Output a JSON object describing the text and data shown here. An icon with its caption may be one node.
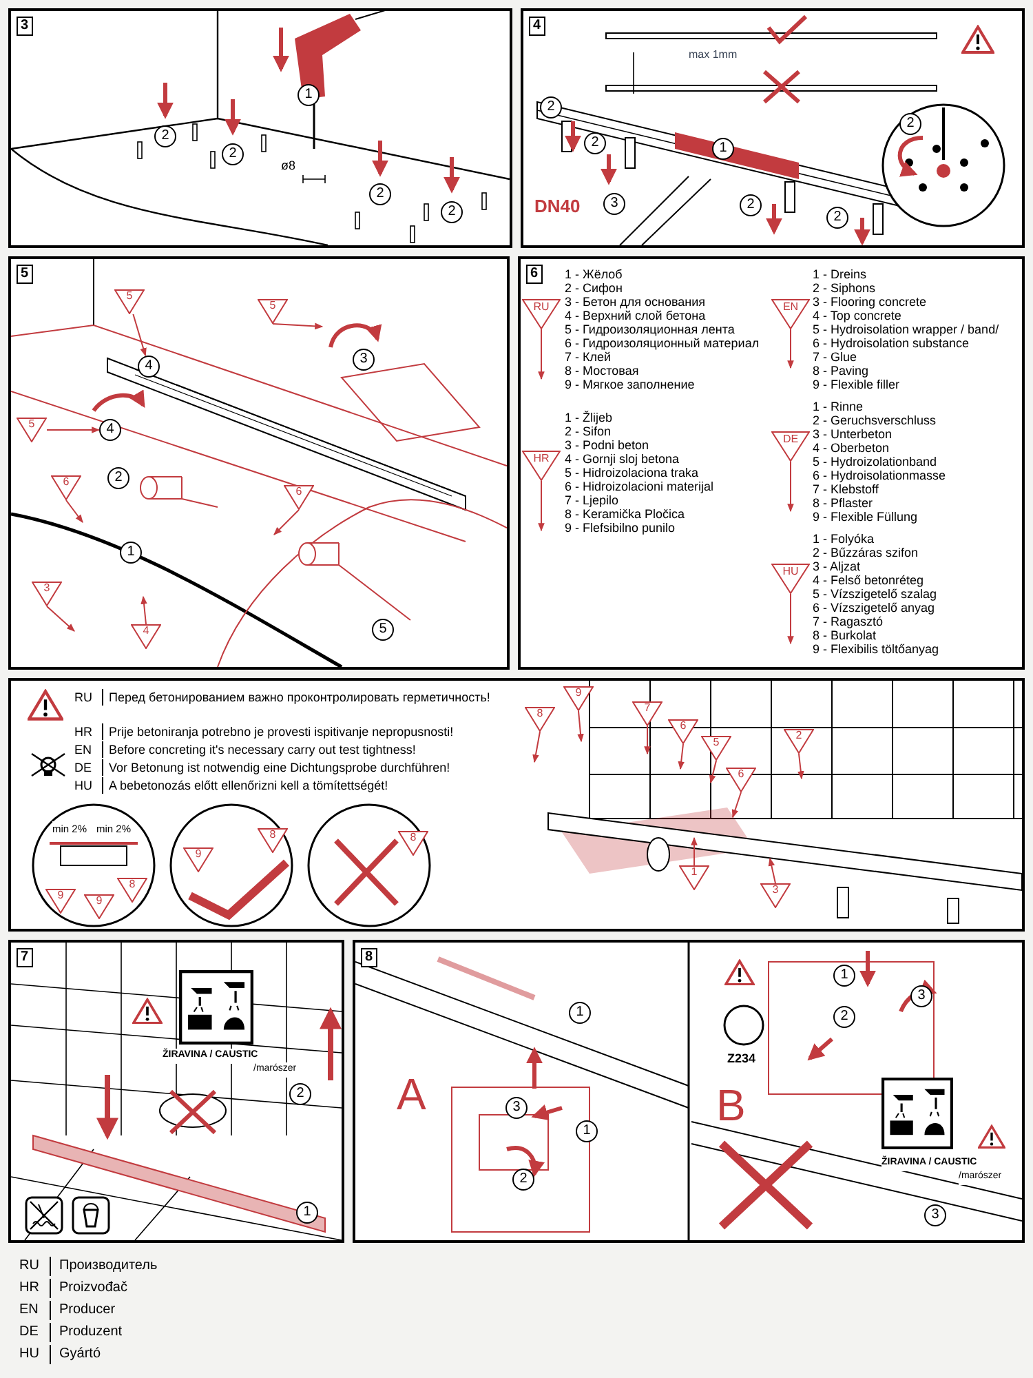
{
  "diagram": {
    "nodes": [
      {
        "text": [
          "3"
        ]
      },
      {
        "text": [
          "1"
        ],
        "in": 0
      },
      {
        "text": [
          "2"
        ],
        "in": 0
      },
      {
        "text": [
          "2"
        ],
        "in": 0
      },
      {
        "text": [
          "2"
        ],
        "in": 0
      },
      {
        "text": [
          "2"
        ],
        "in": 0
      },
      {
        "text": [
          "4"
        ]
      },
      {
        "text": [
          "2"
        ],
        "in": 6
      },
      {
        "text": [
          "2"
        ],
        "in": 6
      },
      {
        "text": [
          "1"
        ],
        "in": 6
      },
      {
        "text": [
          "2"
        ],
        "in": 6
      },
      {
        "text": [
          "3"
        ],
        "in": 6
      },
      {
        "text": [
          "2"
        ],
        "in": 6
      },
      {
        "text": [
          "2"
        ],
        "in": 6
      },
      {
        "text": [
          "5"
        ]
      },
      {
        "text": [
          "5"
        ],
        "in": 14
      },
      {
        "text": [
          "4"
        ],
        "in": 14
      },
      {
        "text": [
          "5"
        ],
        "in": 14
      },
      {
        "text": [
          "3"
        ],
        "in": 14
      },
      {
        "text": [
          "5"
        ],
        "in": 14
      },
      {
        "text": [
          "4"
        ],
        "in": 14
      },
      {
        "text": [
          "6"
        ],
        "in": 14
      },
      {
        "text": [
          "2"
        ],
        "in": 14
      },
      {
        "text": [
          "6"
        ],
        "in": 14
      },
      {
        "text": [
          "1"
        ],
        "in": 14
      },
      {
        "text": [
          "3"
        ],
        "in": 14
      },
      {
        "text": [
          "4"
        ],
        "in": 14
      },
      {
        "text": [
          "5"
        ],
        "in": 14
      },
      {
        "text": [
          "6"
        ]
      },
      {
        "text": [
          "RU"
        ],
        "in": 28,
        "beside": [
          "1 - Жёлоб",
          "2 - Сифон",
          "3 - Бетон для основания",
          "4 - Верхний слой бетона",
          "5 - Гидроизоляционная лента",
          "6 - Гидроизоляционный материал",
          "7 - Клей",
          "8 - Мостовая",
          "9 - Мягкое заполнение"
        ]
      },
      {
        "text": [
          "EN"
        ],
        "in": 28,
        "beside": [
          "1 - Dreins",
          "2 - Siphons",
          "3 - Flooring concrete",
          "4 - Top concrete",
          "5 - Hydroisolation wrapper / band/",
          "6 - Hydroisolation substance",
          "7 - Glue",
          "8 - Paving",
          "9 - Flexible filler"
        ]
      },
      {
        "text": [
          "HR"
        ],
        "in": 28,
        "beside": [
          "1 - Žlijeb",
          "2 - Sifon",
          "3 - Podni beton",
          "4 - Gornji sloj betona",
          "5 - Hidroizolaciona traka",
          "6 - Hidroizolacioni materijal",
          "7 - Ljepilo",
          "8 - Keramička Pločica",
          "9 - Flefsibilno punilo"
        ]
      },
      {
        "text": [
          "DE"
        ],
        "in": 28,
        "beside": [
          "1 - Rinne",
          "2 - Geruchsverschluss",
          "3 - Unterbeton",
          "4 - Oberbeton",
          "5 - Hydroizolationband",
          "6 - Hydroisolationmasse",
          "7 - Klebstoff",
          "8 - Pflaster",
          "9 - Flexible Füllung"
        ]
      },
      {
        "text": [
          "HU"
        ],
        "in": 28,
        "beside": [
          "1 - Folyóka",
          "2 - Bűzzáras szifon",
          "3 - Aljzat",
          "4 - Felső betonréteg",
          "5 - Vízszigetelő szalag",
          "6 - Vízszigetelő anyag",
          "7 - Ragasztó",
          "8 - Burkolat",
          "9 - Flexibilis töltőanyag"
        ]
      },
      {
        "text": [],
        "shape": "box"
      },
      {
        "text": [
          "9"
        ],
        "in": 34
      },
      {
        "text": [
          "9"
        ],
        "in": 34
      },
      {
        "text": [
          "8"
        ],
        "in": 34
      },
      {
        "text": [
          "9"
        ],
        "in": 34
      },
      {
        "text": [
          "8"
        ],
        "in": 34
      },
      {
        "text": [
          "8"
        ],
        "in": 34
      },
      {
        "text": [
          "8"
        ],
        "in": 34
      },
      {
        "text": [
          "9"
        ],
        "in": 34
      },
      {
        "text": [
          "7"
        ],
        "in": 34
      },
      {
        "text": [
          "6"
        ],
        "in": 34
      },
      {
        "text": [
          "5"
        ],
        "in": 34
      },
      {
        "text": [
          "6"
        ],
        "in": 34
      },
      {
        "text": [
          "2"
        ],
        "in": 34
      },
      {
        "text": [
          "1"
        ],
        "in": 34
      },
      {
        "text": [
          "3"
        ],
        "in": 34
      },
      {
        "text": [
          "7"
        ]
      },
      {
        "text": [
          "2"
        ],
        "in": 50
      },
      {
        "text": [
          "1"
        ],
        "in": 50
      },
      {
        "text": [
          "8"
        ]
      },
      {
        "text": [
          "1"
        ],
        "in": 53
      },
      {
        "text": [
          "3"
        ],
        "in": 53
      },
      {
        "text": [
          "1"
        ],
        "in": 53
      },
      {
        "text": [
          "2"
        ],
        "in": 53
      },
      {
        "text": [
          "1"
        ],
        "in": 53
      },
      {
        "text": [
          "3"
        ],
        "in": 53
      },
      {
        "text": [
          "2"
        ],
        "in": 53
      },
      {
        "text": [
          "3"
        ],
        "in": 53
      }
    ],
    "edges": [
      {
        "from": 15,
        "to": 16,
        "arrow": "to"
      },
      {
        "from": 17,
        "to": null,
        "arrow": "to"
      },
      {
        "from": 19,
        "to": 20,
        "arrow": "to"
      },
      {
        "from": 21,
        "to": null,
        "arrow": "to"
      },
      {
        "from": 23,
        "to": null,
        "arrow": "to"
      },
      {
        "from": 25,
        "to": null,
        "arrow": "to"
      },
      {
        "from": 26,
        "to": null,
        "arrow": "to"
      },
      {
        "from": 29,
        "to": null,
        "arrow": "to"
      },
      {
        "from": 30,
        "to": null,
        "arrow": "to"
      },
      {
        "from": 31,
        "to": null,
        "arrow": "to"
      },
      {
        "from": 32,
        "to": null,
        "arrow": "to"
      },
      {
        "from": 33,
        "to": null,
        "arrow": "to"
      },
      {
        "from": 41,
        "to": null,
        "arrow": "to"
      },
      {
        "from": 42,
        "to": null,
        "arrow": "to"
      },
      {
        "from": 43,
        "to": null,
        "arrow": "to"
      },
      {
        "from": 44,
        "to": null,
        "arrow": "to"
      },
      {
        "from": 45,
        "to": null,
        "arrow": "to"
      },
      {
        "from": 46,
        "to": null,
        "arrow": "to"
      },
      {
        "from": 47,
        "to": null,
        "arrow": "to"
      },
      {
        "from": 48,
        "to": null,
        "arrow": "to"
      },
      {
        "from": 49,
        "to": null,
        "arrow": "to"
      }
    ],
    "labels": [
      "ø8",
      "max 1mm",
      "DN40",
      "RU",
      "Перед бетонированием важно проконтролировать герметичность!",
      "HR",
      "Prije betoniranja potrebno je provesti ispitivanje nepropusnosti!",
      "EN",
      "Before concreting it's necessary carry out test tightness!",
      "DE",
      "Vor Betonung ist notwendig eine Dichtungsprobe durchführen!",
      "HU",
      "A bebetonozás előtt ellenőrizni kell a tömítettségét!",
      "min 2%",
      "min 2%",
      "ŽIRAVINA / CAUSTIC",
      "/marószer",
      "A",
      "B",
      "Z234",
      "ŽIRAVINA / CAUSTIC",
      "/marószer",
      "RU",
      "Производитель",
      "HR",
      "Proizvođač",
      "EN",
      "Producer",
      "DE",
      "Produzent",
      "HU",
      "Gyártó"
    ]
  }
}
